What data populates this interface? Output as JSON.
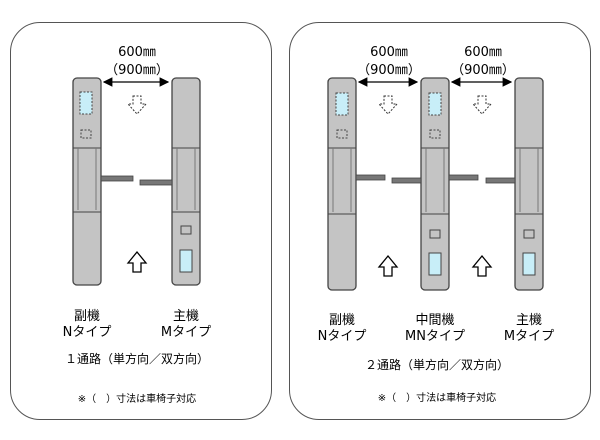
{
  "panels": [
    {
      "dimension": {
        "top": "600㎜",
        "bottom": "（900㎜）"
      },
      "machines": [
        {
          "role": "副機",
          "type": "Nタイプ"
        },
        {
          "role": "主機",
          "type": "Mタイプ"
        }
      ],
      "caption": "１通路（単方向／双方向）",
      "note": "※（　）寸法は車椅子対応"
    },
    {
      "dimension_left": {
        "top": "600㎜",
        "bottom": "（900㎜）"
      },
      "dimension_right": {
        "top": "600㎜",
        "bottom": "（900㎜）"
      },
      "machines": [
        {
          "role": "副機",
          "type": "Nタイプ"
        },
        {
          "role": "中間機",
          "type": "MNタイプ"
        },
        {
          "role": "主機",
          "type": "Mタイプ"
        }
      ],
      "caption": "２通路（単方向／双方向）",
      "note": "※（　）寸法は車椅子対応"
    }
  ]
}
